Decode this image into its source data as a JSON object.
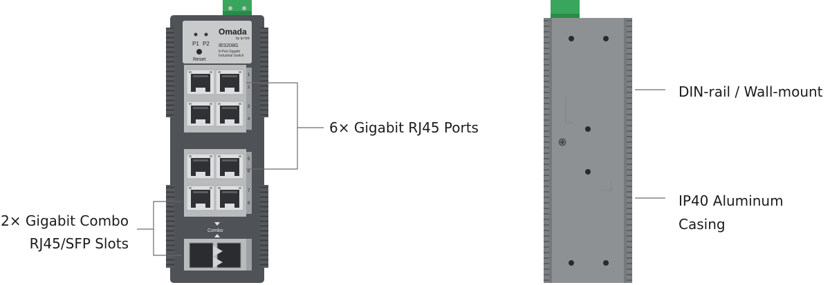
{
  "device_front": {
    "brand": "Omada",
    "brand_sub": "by tp-link",
    "model": "IES208G",
    "model_desc_line1": "8-Port Gigabit",
    "model_desc_line2": "Industrial Switch",
    "led_p1": "P1",
    "led_p2": "P2",
    "reset_label": "Reset",
    "combo_label": "Combo",
    "port_numbers": [
      "1",
      "2",
      "3",
      "4",
      "5",
      "6",
      "7",
      "8"
    ]
  },
  "callouts": {
    "rj45_ports": "6× Gigabit RJ45 Ports",
    "combo_line1": "2× Gigabit Combo",
    "combo_line2": "RJ45/SFP Slots",
    "din_rail": "DIN-rail / Wall-mount",
    "casing_line1": "IP40 Aluminum",
    "casing_line2": "Casing"
  },
  "colors": {
    "chassis": "#4f5256",
    "panel": "#c8cacc",
    "side_body": "#8e9194",
    "terminal_block": "#3aa55c",
    "leader_line": "#6a6a6a"
  }
}
